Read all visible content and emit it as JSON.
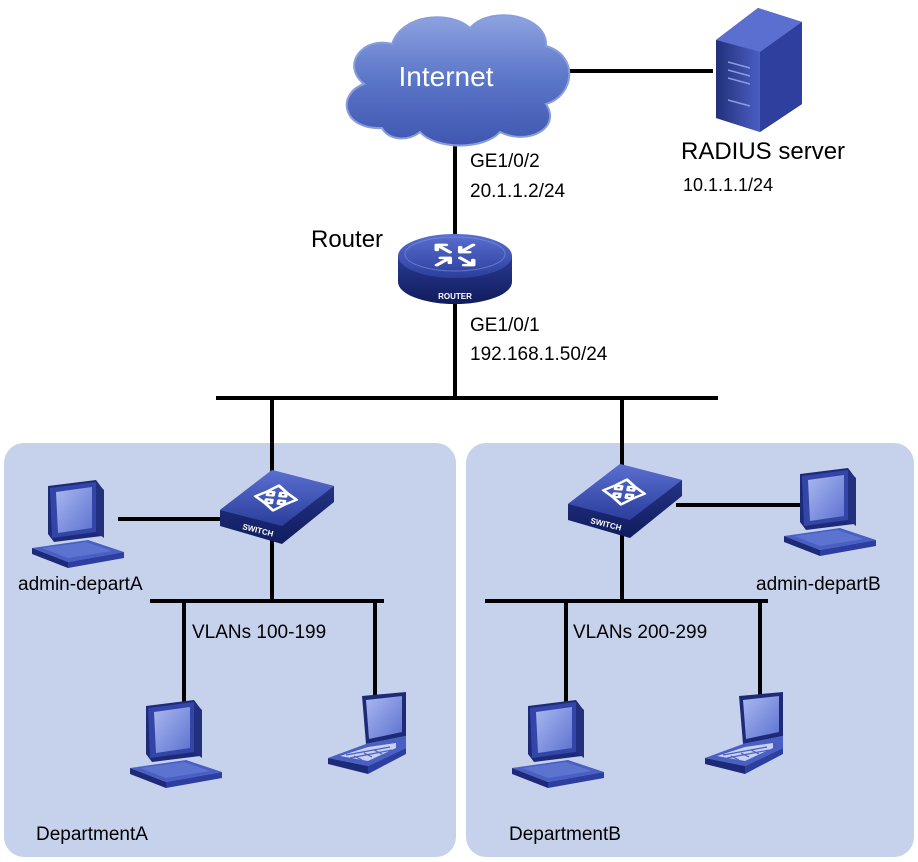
{
  "colors": {
    "department_bg": "#c6d2ec",
    "device_blue": "#2c3e9f",
    "cloud_blue": "#5b75c8",
    "wire": "#000000"
  },
  "internet": {
    "label": "Internet",
    "icon": "cloud-icon"
  },
  "radius_server": {
    "label": "RADIUS server",
    "ip": "10.1.1.1/24",
    "icon": "server-icon"
  },
  "router": {
    "label": "Router",
    "badge": "ROUTER",
    "icon": "router-icon",
    "upstream_port": "GE1/0/2",
    "upstream_ip": "20.1.1.2/24",
    "downstream_port": "GE1/0/1",
    "downstream_ip": "192.168.1.50/24"
  },
  "department_a": {
    "label": "DepartmentA",
    "switch_badge": "SWITCH",
    "admin_label": "admin-departA",
    "vlans": "VLANs 100-199"
  },
  "department_b": {
    "label": "DepartmentB",
    "switch_badge": "SWITCH",
    "admin_label": "admin-departB",
    "vlans": "VLANs 200-299"
  }
}
